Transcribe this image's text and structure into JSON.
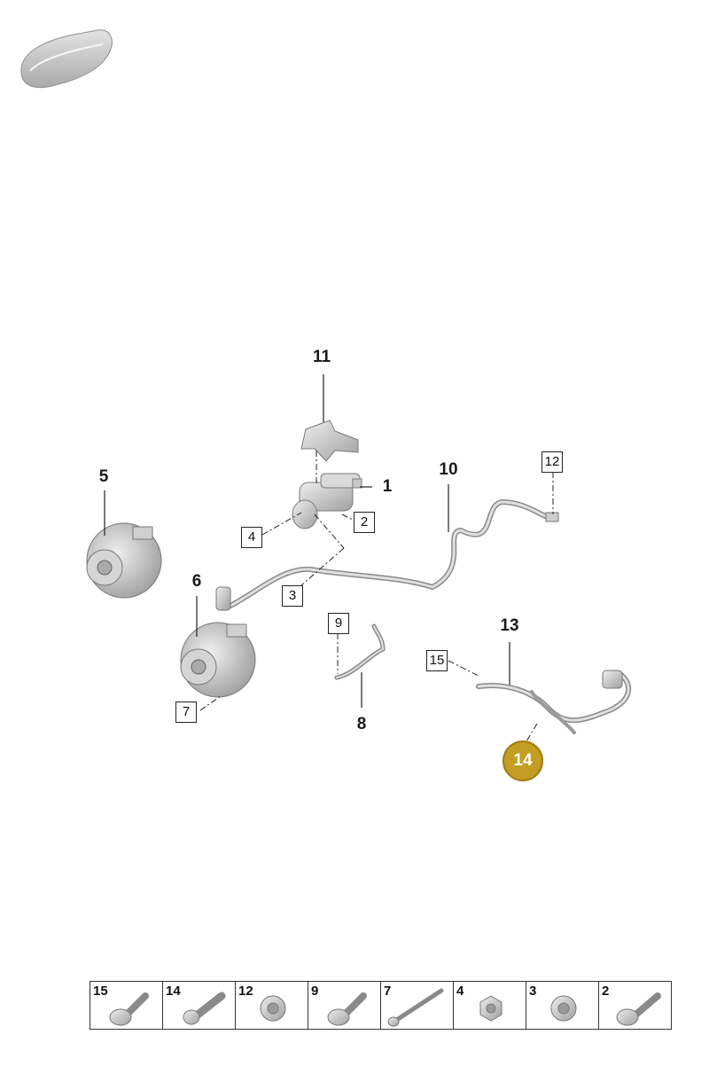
{
  "callouts": {
    "c1": "1",
    "c2": "2",
    "c3": "3",
    "c4": "4",
    "c5": "5",
    "c6": "6",
    "c7": "7",
    "c8": "8",
    "c9": "9",
    "c10": "10",
    "c11": "11",
    "c12": "12",
    "c13": "13",
    "c14": "14",
    "c15": "15"
  },
  "highlight_color": "#c59d23",
  "parts_table": [
    {
      "number": "15",
      "icon": "flange-bolt-icon"
    },
    {
      "number": "14",
      "icon": "bolt-icon"
    },
    {
      "number": "12",
      "icon": "nut-icon"
    },
    {
      "number": "9",
      "icon": "flange-bolt-icon"
    },
    {
      "number": "7",
      "icon": "long-bolt-icon"
    },
    {
      "number": "4",
      "icon": "hex-nut-icon"
    },
    {
      "number": "3",
      "icon": "nut-icon"
    },
    {
      "number": "2",
      "icon": "flange-bolt-icon"
    }
  ]
}
